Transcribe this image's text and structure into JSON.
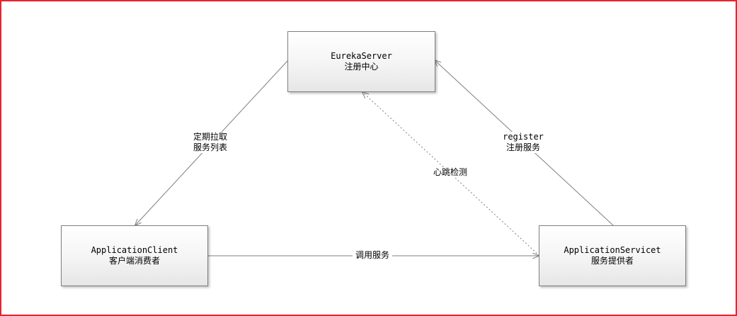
{
  "nodes": {
    "server": {
      "line1": "EurekaServer",
      "line2": "注册中心"
    },
    "client": {
      "line1": "ApplicationClient",
      "line2": "客户端消费者"
    },
    "provider": {
      "line1": "ApplicationServicet",
      "line2": "服务提供者"
    }
  },
  "edges": {
    "fetch": {
      "line1": "定期拉取",
      "line2": "服务列表"
    },
    "register": {
      "line1": "register",
      "line2": "注册服务"
    },
    "heartbeat": {
      "line1": "心跳检测"
    },
    "invoke": {
      "line1": "调用服务"
    }
  },
  "colors": {
    "frame": "#e8232f",
    "edge": "#7f7f7f",
    "node_border": "#7f7f7f"
  }
}
